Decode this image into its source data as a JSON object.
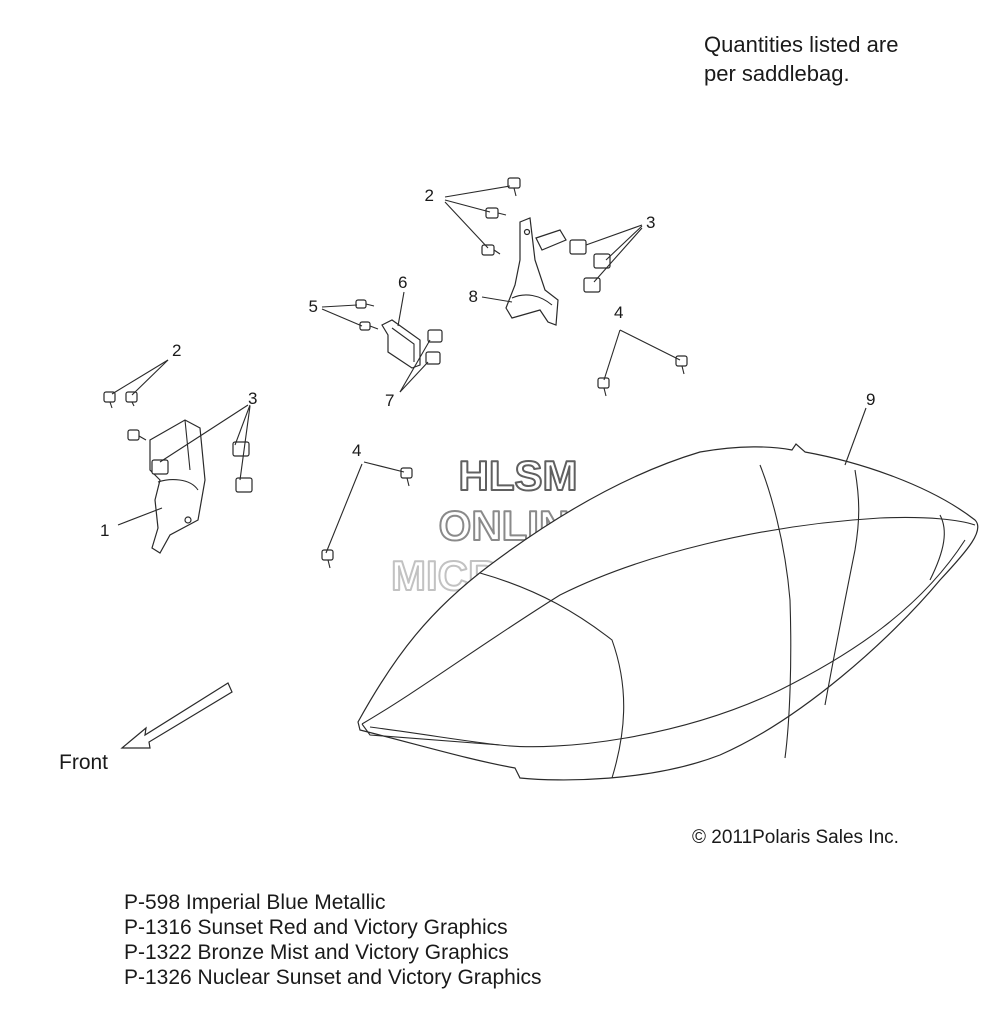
{
  "note": {
    "line1": "Quantities listed are",
    "line2": "per saddlebag."
  },
  "callouts": {
    "c1": "1",
    "c2a": "2",
    "c2b": "2",
    "c3a": "3",
    "c3b": "3",
    "c4a": "4",
    "c4b": "4",
    "c5": "5",
    "c6": "6",
    "c7": "7",
    "c8": "8",
    "c9": "9"
  },
  "watermark": {
    "line1": "HLSM",
    "line2": "ONLINE",
    "line3": "MICROFICHE"
  },
  "front_label": "Front",
  "copyright": "© 2011Polaris Sales Inc.",
  "paint_codes": [
    "P-598  Imperial Blue Metallic",
    "P-1316 Sunset Red and Victory Graphics",
    "P-1322 Bronze Mist and Victory Graphics",
    "P-1326 Nuclear Sunset and Victory Graphics"
  ]
}
